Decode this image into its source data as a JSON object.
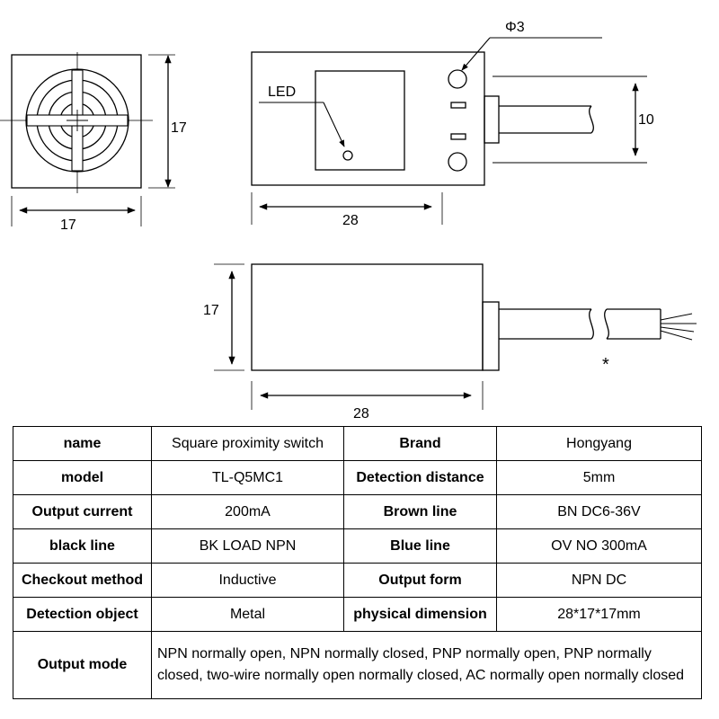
{
  "drawing": {
    "dim_front_width": "17",
    "dim_front_height": "17",
    "dim_top_length": "28",
    "dim_cable_diameter": "10",
    "label_hole": "Φ3",
    "label_led": "LED",
    "dim_side_height": "17",
    "dim_side_length": "28",
    "mark_note": "*"
  },
  "specs": {
    "rows": [
      [
        {
          "label": "name",
          "value": "Square proximity switch"
        },
        {
          "label": "Brand",
          "value": "Hongyang"
        }
      ],
      [
        {
          "label": "model",
          "value": "TL-Q5MC1"
        },
        {
          "label": "Detection distance",
          "value": "5mm"
        }
      ],
      [
        {
          "label": "Output current",
          "value": "200mA"
        },
        {
          "label": "Brown line",
          "value": "BN DC6-36V"
        }
      ],
      [
        {
          "label": "black line",
          "value": "BK LOAD NPN"
        },
        {
          "label": "Blue line",
          "value": "OV NO 300mA"
        }
      ],
      [
        {
          "label": "Checkout method",
          "value": "Inductive"
        },
        {
          "label": "Output form",
          "value": "NPN DC"
        }
      ],
      [
        {
          "label": "Detection object",
          "value": "Metal"
        },
        {
          "label": "physical dimension",
          "value": "28*17*17mm"
        }
      ]
    ],
    "output_mode": {
      "label": "Output mode",
      "value": "NPN normally open, NPN normally closed, PNP normally open, PNP normally closed, two-wire normally open normally closed, AC normally open normally closed"
    }
  }
}
